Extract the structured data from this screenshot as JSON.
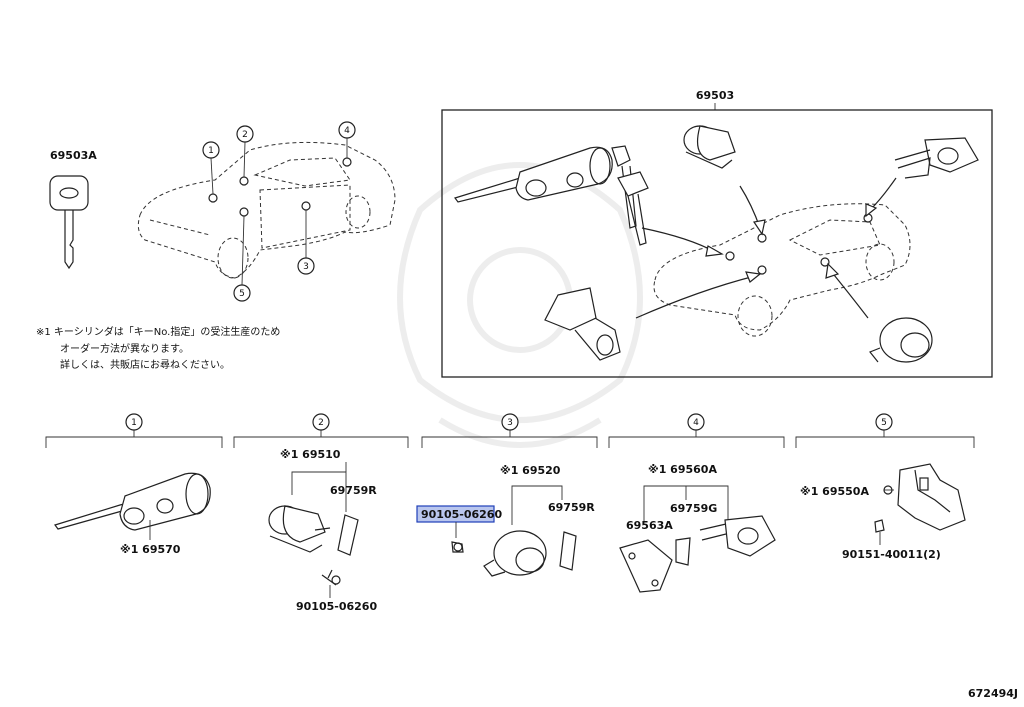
{
  "header_part": "69503",
  "key_part": "69503A",
  "note_lines": [
    "※1 キーシリンダは「キーNo.指定」の受注生産のため",
    "オーダー方法が異なります。",
    "詳しくは、共販店にお尋ねください。"
  ],
  "callouts": [
    "1",
    "2",
    "3",
    "4",
    "5"
  ],
  "groups": {
    "g1": {
      "num": "1",
      "parts": [
        "※1 69570"
      ]
    },
    "g2": {
      "num": "2",
      "parts": [
        "※1 69510",
        "69759R",
        "90105-06260"
      ]
    },
    "g3": {
      "num": "3",
      "parts": [
        "※1 69520",
        "69759R",
        "90105-06260"
      ],
      "highlighted": "90105-06260"
    },
    "g4": {
      "num": "4",
      "parts": [
        "※1 69560A",
        "69759G",
        "69563A"
      ]
    },
    "g5": {
      "num": "5",
      "parts": [
        "※1 69550A",
        "90151-40011(2)"
      ]
    }
  },
  "diagram_id": "672494J",
  "colors": {
    "highlight_fill": "#b9c6ee",
    "highlight_border": "#1f3fb8",
    "line": "#222222"
  }
}
